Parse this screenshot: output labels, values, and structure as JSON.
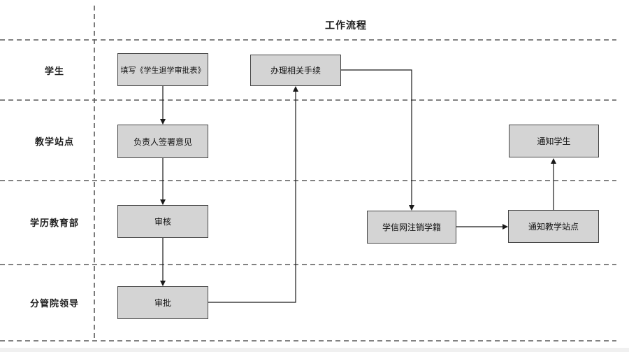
{
  "title": "工作流程",
  "lanes": [
    {
      "label": "学生"
    },
    {
      "label": "教学站点"
    },
    {
      "label": "学历教育部"
    },
    {
      "label": "分管院领导"
    }
  ],
  "nodes": {
    "fill_form": {
      "label": "填写《学生退学审批表》"
    },
    "sign_opinion": {
      "label": "负责人签署意见"
    },
    "review": {
      "label": "审核"
    },
    "approve": {
      "label": "审批"
    },
    "procedures": {
      "label": "办理相关手续"
    },
    "cancel_registration": {
      "label": "学信网注销学籍"
    },
    "notify_site": {
      "label": "通知教学站点"
    },
    "notify_student": {
      "label": "通知学生"
    }
  },
  "colors": {
    "background": "#ffffff",
    "box_fill": "#d4d4d4",
    "box_border": "#454545",
    "connector_line": "#1a1a1a",
    "dashed_line": "#595959"
  }
}
